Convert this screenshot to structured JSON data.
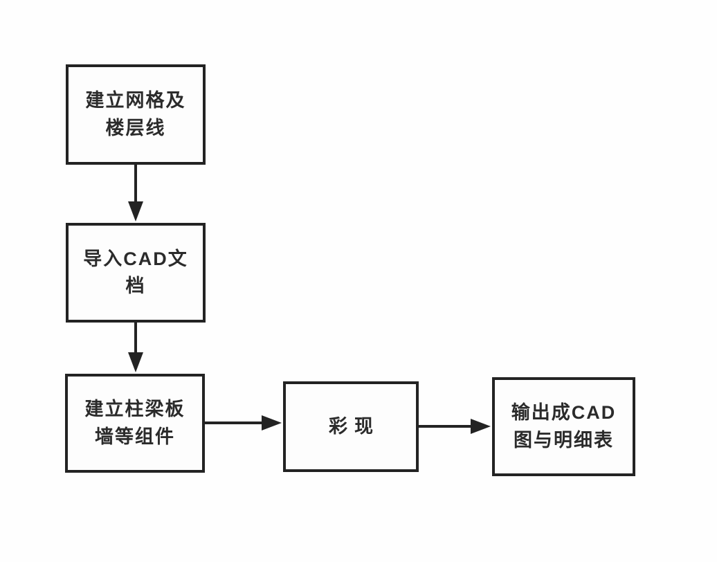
{
  "diagram": {
    "type": "flowchart",
    "nodes": [
      {
        "id": "create-grid",
        "label": "建立网格及\n楼层线"
      },
      {
        "id": "import-cad",
        "label": "导入CAD文\n档"
      },
      {
        "id": "components",
        "label": "建立柱梁板\n墙等组件"
      },
      {
        "id": "render",
        "label": "彩现"
      },
      {
        "id": "output-cad",
        "label": "输出成CAD\n图与明细表"
      }
    ],
    "edges": [
      {
        "from": "create-grid",
        "to": "import-cad",
        "direction": "down"
      },
      {
        "from": "import-cad",
        "to": "components",
        "direction": "down"
      },
      {
        "from": "components",
        "to": "render",
        "direction": "right"
      },
      {
        "from": "render",
        "to": "output-cad",
        "direction": "right"
      }
    ],
    "colors": {
      "line": "#232323",
      "text": "#2b2b2b",
      "node_fill": "#fdfdfd",
      "background": "#fefefe"
    }
  }
}
